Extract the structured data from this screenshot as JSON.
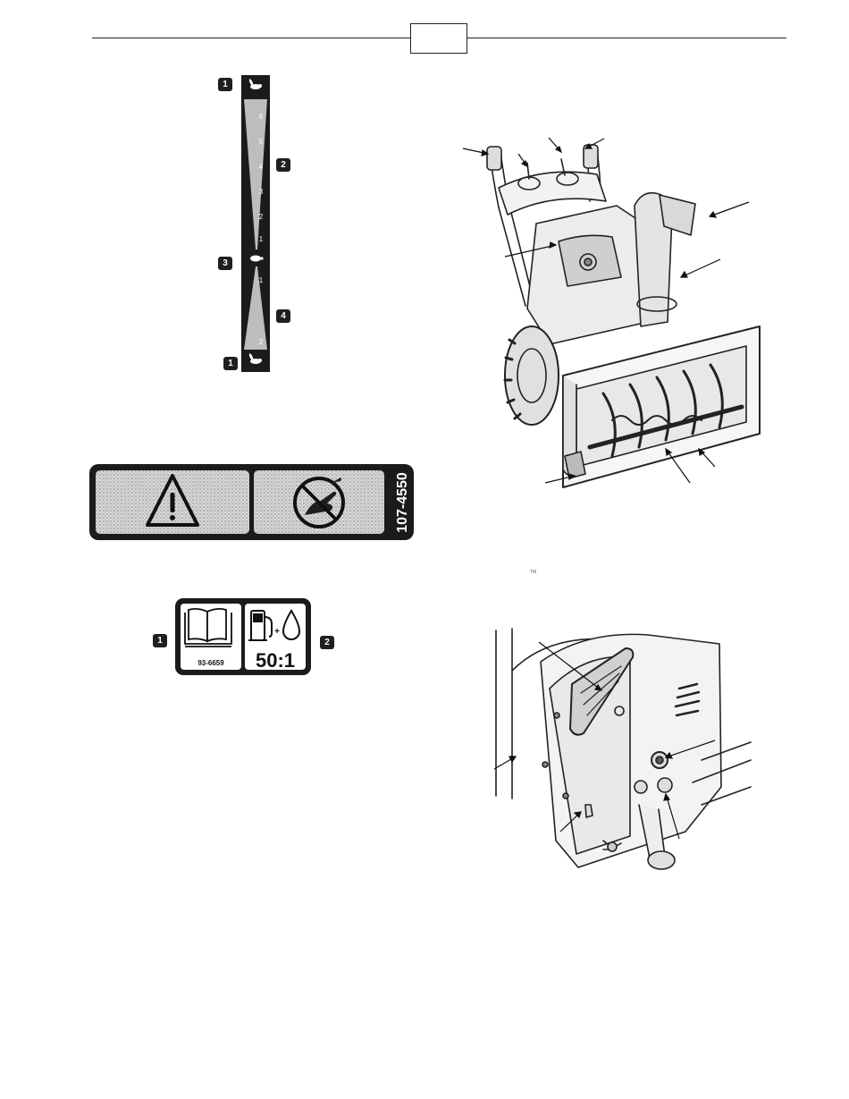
{
  "header": {
    "page_number": ""
  },
  "decal_speed": {
    "callouts": [
      "1",
      "2",
      "3",
      "4",
      "1"
    ],
    "forward_ticks": [
      "6",
      "5",
      "4",
      "3",
      "2",
      "1"
    ],
    "reverse_ticks": [
      "1",
      "2"
    ]
  },
  "decal_warning": {
    "part_number": "107-4550"
  },
  "decal_fuel": {
    "callouts": [
      "1",
      "2"
    ],
    "manual_part_number": "93-6659",
    "plus_sign": "+",
    "mix_ratio": "50:1"
  },
  "trademark": "TM"
}
